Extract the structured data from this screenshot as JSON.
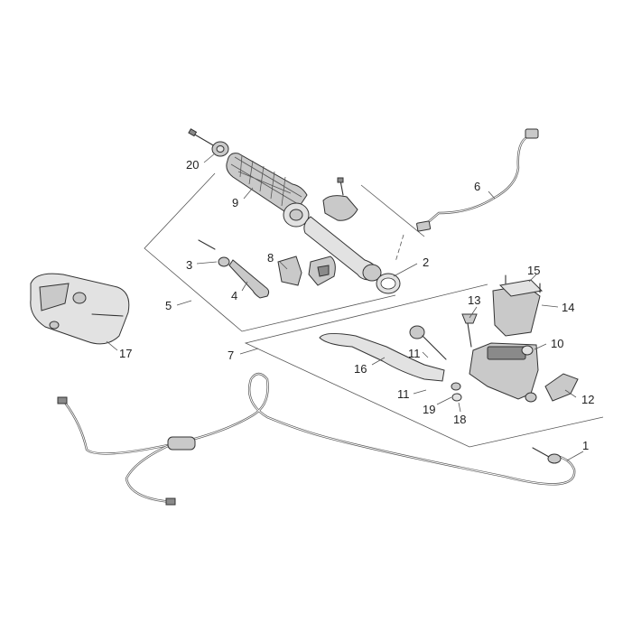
{
  "callouts": [
    {
      "id": "c1",
      "text": "1"
    },
    {
      "id": "c2",
      "text": "2"
    },
    {
      "id": "c3",
      "text": "3"
    },
    {
      "id": "c4",
      "text": "4"
    },
    {
      "id": "c5",
      "text": "5"
    },
    {
      "id": "c6",
      "text": "6"
    },
    {
      "id": "c7",
      "text": "7"
    },
    {
      "id": "c8",
      "text": "8"
    },
    {
      "id": "c9",
      "text": "9"
    },
    {
      "id": "c10",
      "text": "10"
    },
    {
      "id": "c11a",
      "text": "11"
    },
    {
      "id": "c11b",
      "text": "11"
    },
    {
      "id": "c12",
      "text": "12"
    },
    {
      "id": "c13",
      "text": "13"
    },
    {
      "id": "c14",
      "text": "14"
    },
    {
      "id": "c15",
      "text": "15"
    },
    {
      "id": "c16",
      "text": "16"
    },
    {
      "id": "c17",
      "text": "17"
    },
    {
      "id": "c18",
      "text": "18"
    },
    {
      "id": "c19",
      "text": "19"
    },
    {
      "id": "c20",
      "text": "20"
    }
  ]
}
